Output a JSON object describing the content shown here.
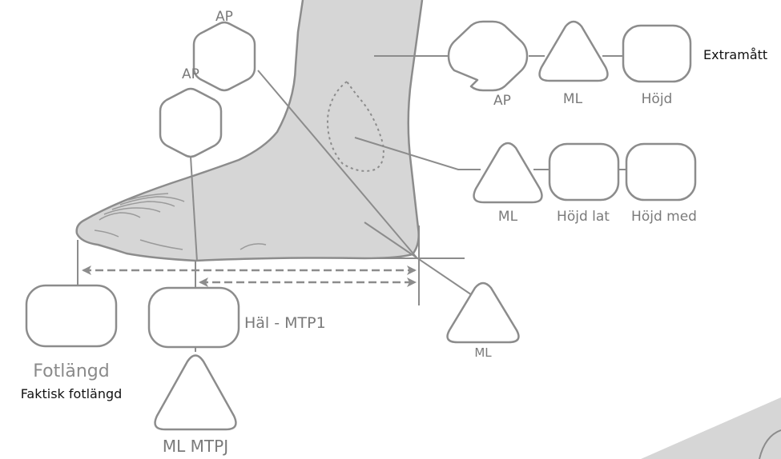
{
  "labels": {
    "ap_top": "AP",
    "ap_mid": "AP",
    "extra_ap": "AP",
    "extra_ml": "ML",
    "extra_hojd": "Höjd",
    "extramatt": "Extramått",
    "ankle_ml": "ML",
    "ankle_hojd_lat": "Höjd lat",
    "ankle_hojd_med": "Höjd med",
    "heel_ml": "ML",
    "hal_mtp1": "Häl - MTP1",
    "fotlangd": "Fotlängd",
    "faktisk_fotlangd": "Faktisk fotlängd",
    "ml_mtpj": "ML MTPJ"
  },
  "colors": {
    "foot_fill": "#d6d6d6",
    "foot_outline": "#8c8c8c",
    "shape_stroke": "#8c8c8c",
    "label_gray": "#7a7a7a",
    "label_dark": "#111111"
  }
}
